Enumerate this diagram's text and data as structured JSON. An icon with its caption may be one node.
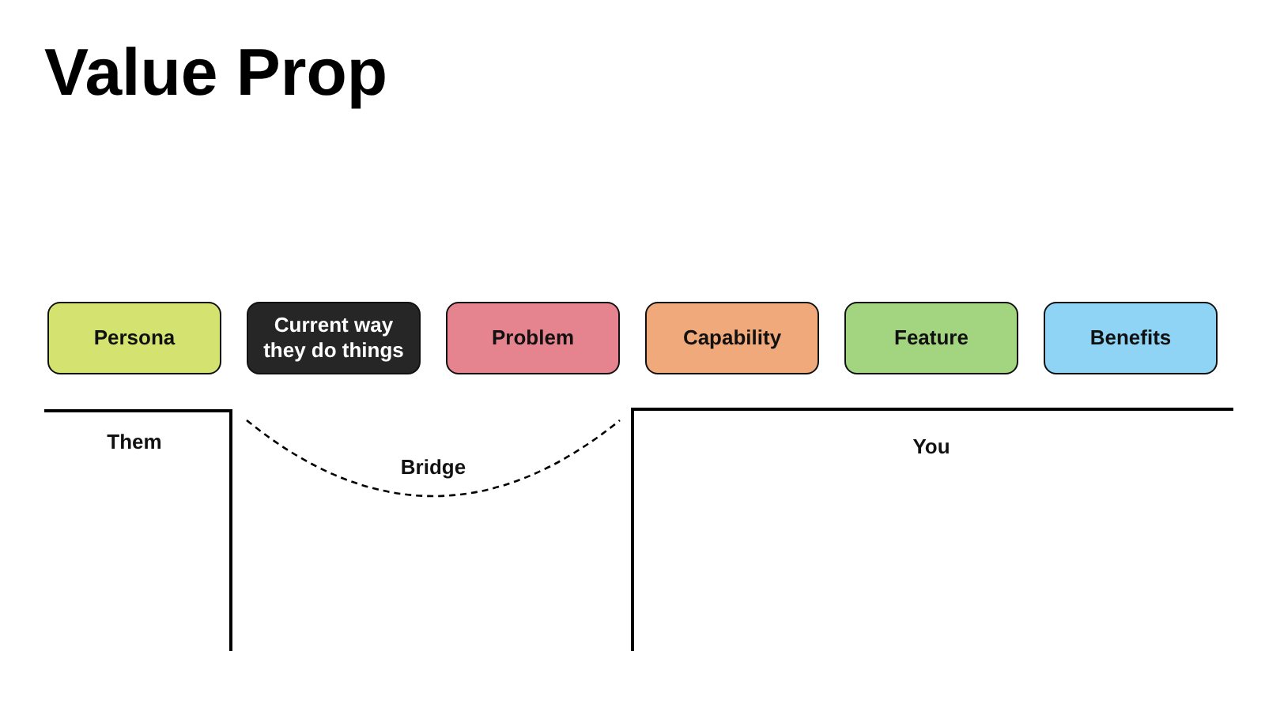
{
  "diagram": {
    "title": "Value Prop",
    "nodes": [
      {
        "text": [
          "Persona"
        ]
      },
      {
        "text": [
          "Current way they do things"
        ]
      },
      {
        "text": [
          "Problem"
        ]
      },
      {
        "text": [
          "Capability"
        ]
      },
      {
        "text": [
          "Feature"
        ]
      },
      {
        "text": [
          "Benefits"
        ]
      }
    ],
    "labels": [
      "Them",
      "Bridge",
      "You"
    ]
  }
}
